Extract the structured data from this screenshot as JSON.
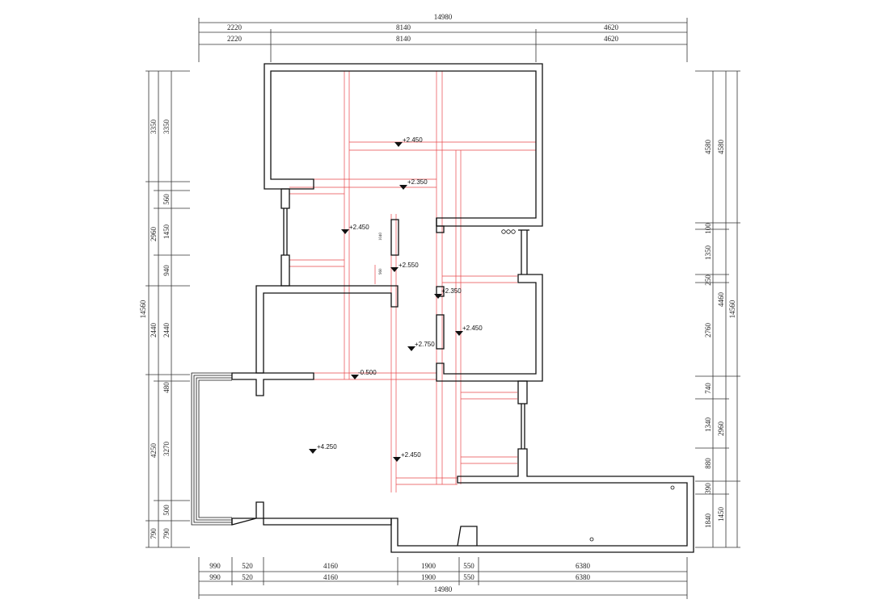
{
  "dimensions": {
    "top_total": "14980",
    "top_row1": [
      "2220",
      "8140",
      "4620"
    ],
    "top_row2": [
      "2220",
      "8140",
      "4620"
    ],
    "bottom_row1": [
      "990",
      "520",
      "4160",
      "1900",
      "550",
      "6380"
    ],
    "bottom_row2": [
      "990",
      "520",
      "4160",
      "1900",
      "550",
      "6380"
    ],
    "bottom_total": "14980",
    "left_total": "14560",
    "left_outer": [
      "3350",
      "2960",
      "2440",
      "4250",
      "790"
    ],
    "left_inner": [
      "3350",
      "560",
      "1450",
      "940",
      "2440",
      "480",
      "3270",
      "500",
      "790"
    ],
    "right_total": "14560",
    "right_outer": [
      "4580",
      "4460",
      "2960",
      "1450"
    ],
    "right_inner": [
      "4580",
      "100",
      "1350",
      "250",
      "2760",
      "740",
      "1340",
      "880",
      "390",
      "1840"
    ]
  },
  "levels": [
    "+2.450",
    "+2.350",
    "+2.450",
    "+2.550",
    "+2.350",
    "+2.450",
    "+2.750",
    "-0.500",
    "+4.250",
    "+2.450"
  ],
  "notes": [
    "1040",
    "960"
  ],
  "colors": {
    "wall": "#111111",
    "ceiling_line": "#e8474a",
    "dim_line": "#333333"
  }
}
